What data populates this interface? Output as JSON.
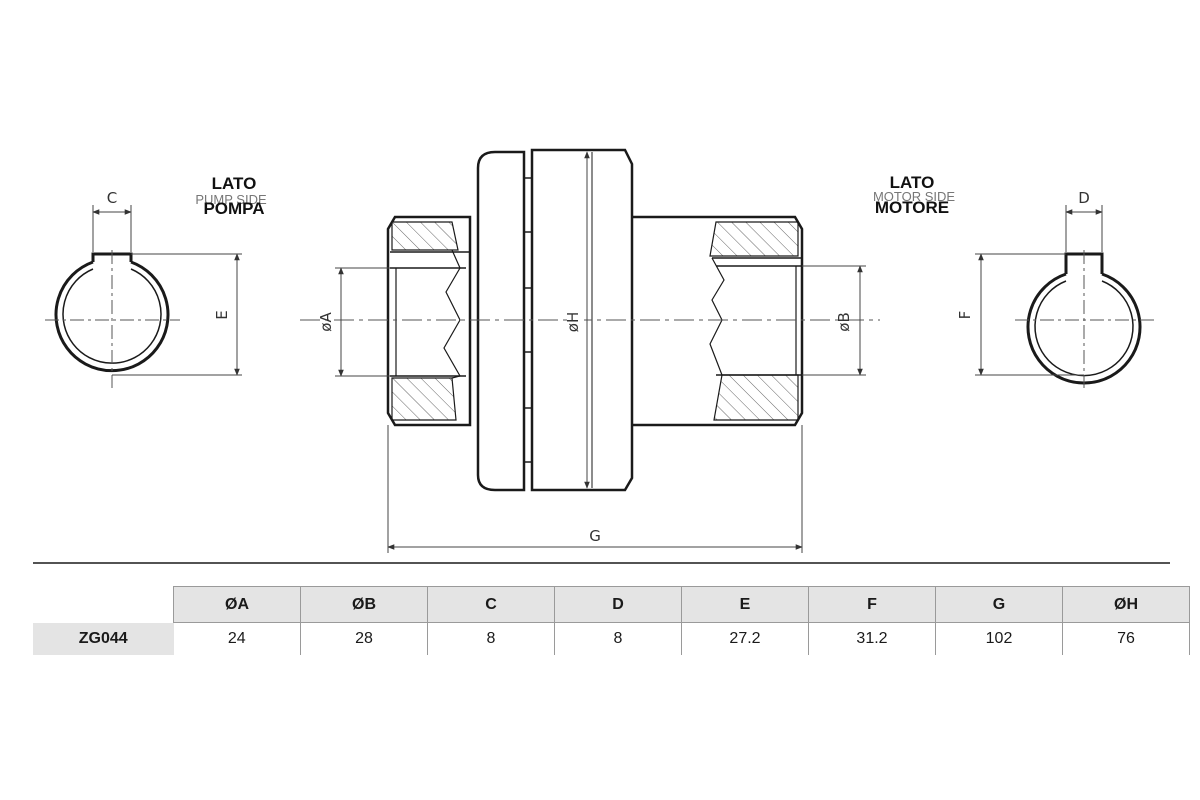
{
  "labels": {
    "pump": {
      "title_line1": "LATO",
      "title_line2": "POMPA",
      "subtitle": "PUMP SIDE"
    },
    "motor": {
      "title_line1": "LATO",
      "title_line2": "MOTORE",
      "subtitle": "MOTOR SIDE"
    }
  },
  "dimension_labels": {
    "C": "C",
    "D": "D",
    "E": "E",
    "F": "F",
    "G": "G",
    "A": "øA",
    "B": "øB",
    "H": "øH"
  },
  "table": {
    "headers": [
      "ØA",
      "ØB",
      "C",
      "D",
      "E",
      "F",
      "G",
      "ØH"
    ],
    "rows": [
      {
        "code": "ZG044",
        "values": [
          "24",
          "28",
          "8",
          "8",
          "27.2",
          "31.2",
          "102",
          "76"
        ]
      }
    ]
  },
  "colors": {
    "line": "#1a1a1a",
    "dim_line": "#444444",
    "header_bg": "#e4e4e4"
  }
}
